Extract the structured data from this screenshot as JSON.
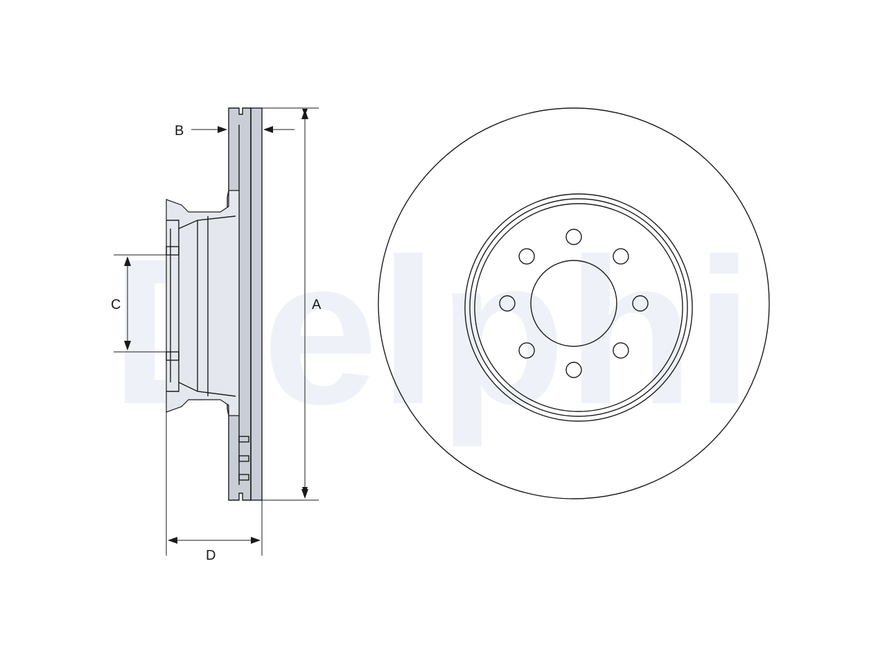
{
  "watermark": {
    "text": "Delphi",
    "color": "#eef2f8"
  },
  "dimensions": {
    "a": "A",
    "b": "B",
    "c": "C",
    "d": "D"
  },
  "colors": {
    "outline": "#1a1a1a",
    "section_fill": "#c9ced6",
    "hub_fill": "#e4e8ee",
    "background": "#ffffff"
  },
  "front_view": {
    "bolt_hole_count": 8
  }
}
